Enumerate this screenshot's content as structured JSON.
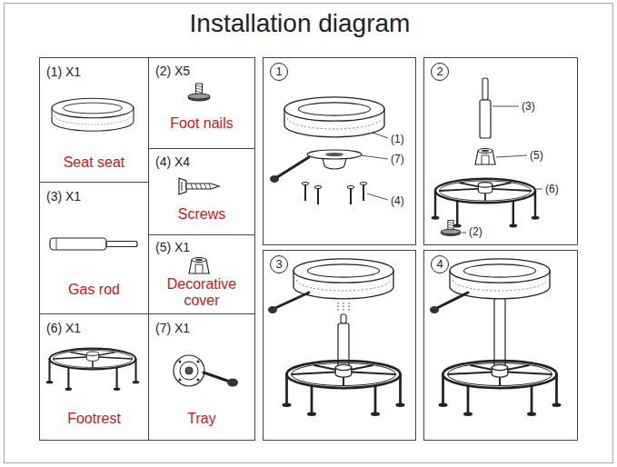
{
  "diagram": {
    "title": "Installation diagram",
    "nodes": [
      {
        "text": [
          "(1) X1",
          "Seat seat"
        ]
      },
      {
        "text": [
          "(2) X5",
          "Foot nails"
        ]
      },
      {
        "text": [
          "(3) X1",
          "Gas rod"
        ]
      },
      {
        "text": [
          "(4) X4",
          "Screws"
        ]
      },
      {
        "text": [
          "(5) X1",
          "Decorative cover"
        ]
      },
      {
        "text": [
          "(6) X1",
          "Footrest"
        ]
      },
      {
        "text": [
          "(7) X1",
          "Tray"
        ]
      },
      {
        "text": [
          "1"
        ]
      },
      {
        "text": [
          "2"
        ]
      },
      {
        "text": [
          "3"
        ]
      },
      {
        "text": [
          "4"
        ]
      }
    ],
    "labels": [
      "(1)",
      "(7)",
      "(4)",
      "(3)",
      "(5)",
      "(6)",
      "(2)"
    ]
  }
}
